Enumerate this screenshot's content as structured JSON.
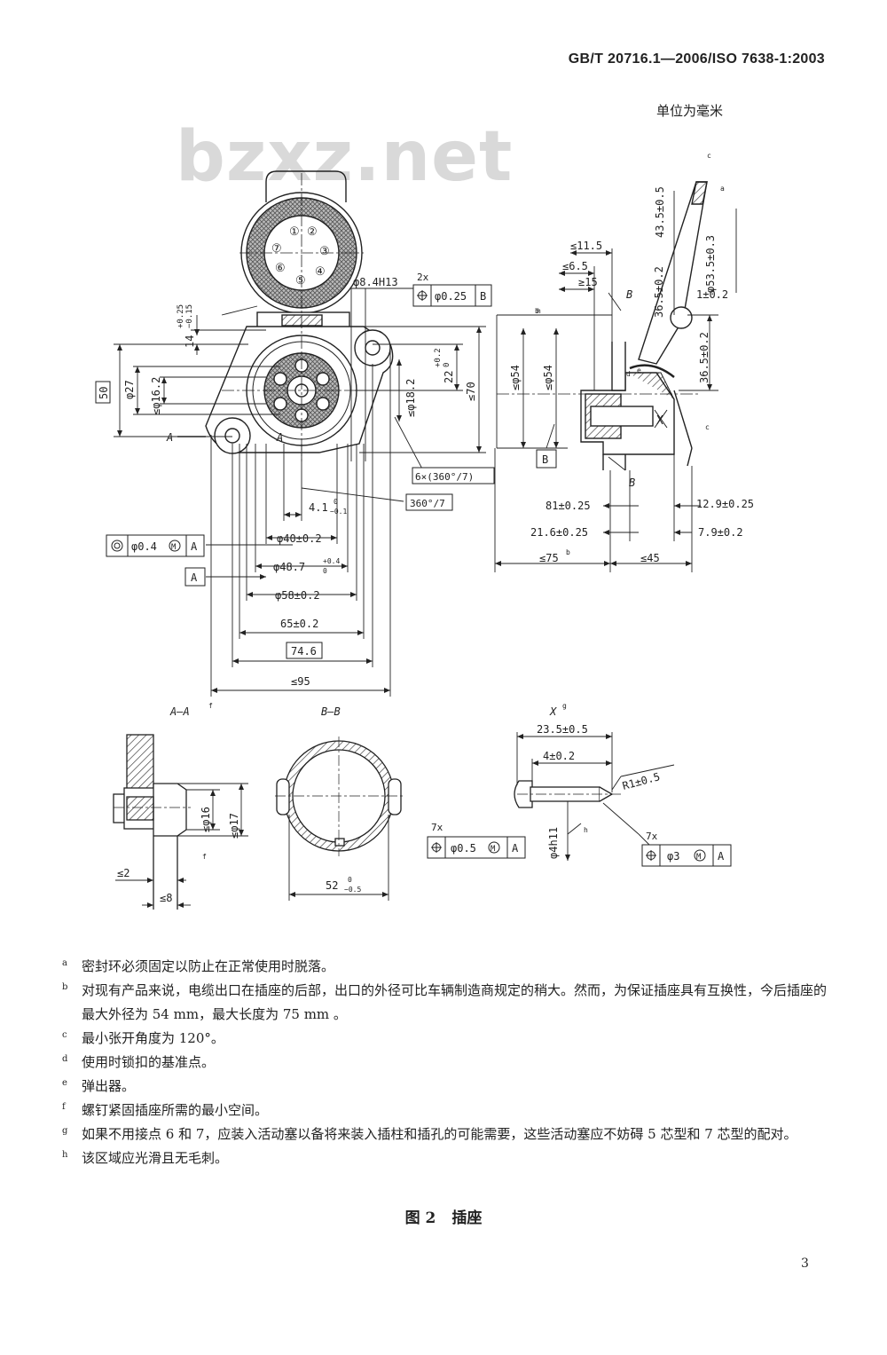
{
  "header": {
    "standard_code": "GB/T 20716.1—2006/ISO 7638-1:2003",
    "units": "单位为毫米"
  },
  "watermark": "bzxz.net",
  "figure": {
    "main_view_labels": {
      "pin1": "①",
      "pin2": "②",
      "pin3": "③",
      "pin4": "④",
      "pin5": "⑤",
      "pin6": "⑥",
      "pin7": "⑦",
      "hole_dim": "φ8.4H13",
      "pos_tol_count": "2x",
      "pos_tol_value": "φ0.25",
      "pos_tol_ref": "B",
      "dim_14": "14",
      "dim_14_tol_upper": "+0.25",
      "dim_14_tol_lower": "−0.15",
      "dim_50": "50",
      "dim_27": "φ27",
      "dim_16_2": "≤φ16.2",
      "dim_18_2": "≤φ18.2",
      "dim_22": "22",
      "dim_22_tol_upper": "+0.2",
      "dim_22_tol_lower": "0",
      "dim_70": "≤70",
      "angle_6x": "6×(360°/7)",
      "angle_360": "360°/7",
      "dim_4_1": "4.1",
      "dim_4_1_tol_upper": "0",
      "dim_4_1_tol_lower": "−0.1",
      "coax_tol_value": "φ0.4",
      "coax_tol_modifier": "M",
      "coax_tol_ref": "A",
      "datum_a": "A",
      "dim_40": "φ40±0.2",
      "dim_48_7": "φ48.7",
      "dim_48_7_tol_upper": "+0.4",
      "dim_48_7_tol_lower": "0",
      "dim_58": "φ58±0.2",
      "dim_65": "65±0.2",
      "dim_74_6": "74.6",
      "dim_95": "≤95",
      "section_a_left": "A",
      "section_a_right": "A"
    },
    "side_view_labels": {
      "dim_11_5": "≤11.5",
      "dim_6_5": "≤6.5",
      "dim_15": "≥15",
      "section_b_top": "B",
      "section_b_bottom": "B",
      "dim_43_5": "43.5±0.5",
      "dim_53_5": "φ53.5±0.3",
      "dim_36_5a": "36.5±0.2",
      "dim_1": "1±0.2",
      "dim_36_5b": "36.5±0.2",
      "dim_54_max": "≤φ54",
      "dim_54_max_note": "b",
      "dim_54": "≤φ54",
      "datum_b": "B",
      "mark_x": "X",
      "dim_81": "81±0.25",
      "dim_12_9": "12.9±0.25",
      "dim_21_6": "21.6±0.25",
      "dim_7_9": "7.9±0.2",
      "dim_75": "≤75",
      "dim_75_note": "b",
      "dim_45": "≤45",
      "note_a": "a",
      "note_c": "c",
      "note_d": "d",
      "note_e": "e",
      "note_h": "h"
    },
    "section_aa": {
      "title": "A—A",
      "title_note": "f",
      "dim_16": "≤φ16",
      "dim_17": "≤φ17",
      "dim_2": "≤2",
      "dim_8": "≤8",
      "note_f": "f"
    },
    "section_bb": {
      "title": "B—B",
      "dim_52": "52",
      "dim_52_tol_upper": "0",
      "dim_52_tol_lower": "−0.5"
    },
    "detail_x": {
      "title": "X",
      "title_note": "g",
      "dim_23_5": "23.5±0.5",
      "dim_4": "4±0.2",
      "dim_r1": "R1±0.5",
      "dim_phi4": "φ4h11",
      "note_h": "h",
      "left_tol_count": "7x",
      "left_tol_value": "φ0.5",
      "left_tol_modifier": "M",
      "left_tol_ref": "A",
      "right_tol_count": "7x",
      "right_tol_value": "φ3",
      "right_tol_modifier": "M",
      "right_tol_ref": "A"
    }
  },
  "notes": [
    {
      "mark": "a",
      "text": "密封环必须固定以防止在正常使用时脱落。"
    },
    {
      "mark": "b",
      "text": "对现有产品来说，电缆出口在插座的后部，出口的外径可比车辆制造商规定的稍大。然而，为保证插座具有互换性，今后插座的最大外径为 54 mm，最大长度为 75 mm 。"
    },
    {
      "mark": "c",
      "text": "最小张开角度为 120°。"
    },
    {
      "mark": "d",
      "text": "使用时锁扣的基准点。"
    },
    {
      "mark": "e",
      "text": "弹出器。"
    },
    {
      "mark": "f",
      "text": "螺钉紧固插座所需的最小空间。"
    },
    {
      "mark": "g",
      "text": "如果不用接点 6 和 7，应装入活动塞以备将来装入插柱和插孔的可能需要，这些活动塞应不妨碍 5 芯型和 7 芯型的配对。"
    },
    {
      "mark": "h",
      "text": "该区域应光滑且无毛刺。"
    }
  ],
  "caption": {
    "number": "图 2",
    "title": "插座"
  },
  "page_number": "3"
}
